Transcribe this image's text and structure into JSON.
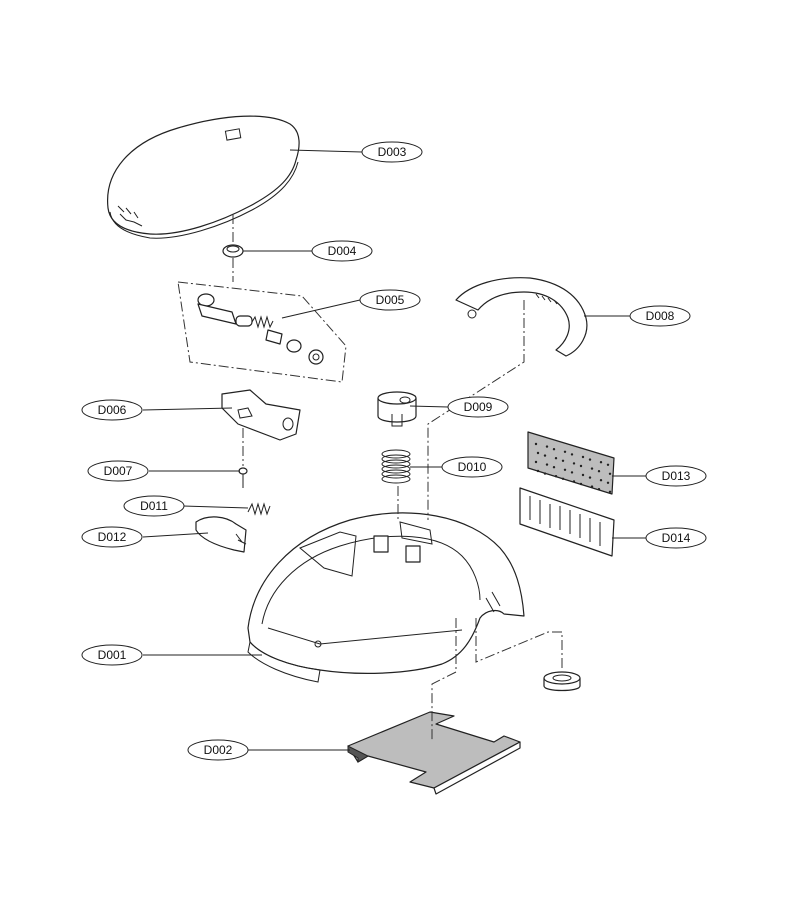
{
  "callouts": {
    "d001": "D001",
    "d002": "D002",
    "d003": "D003",
    "d004": "D004",
    "d005": "D005",
    "d006": "D006",
    "d007": "D007",
    "d008": "D008",
    "d009": "D009",
    "d010": "D010",
    "d011": "D011",
    "d012": "D012",
    "d013": "D013",
    "d014": "D014"
  },
  "colors": {
    "line": "#222222",
    "fill": "#ffffff",
    "shade": "#bdbdbd"
  }
}
